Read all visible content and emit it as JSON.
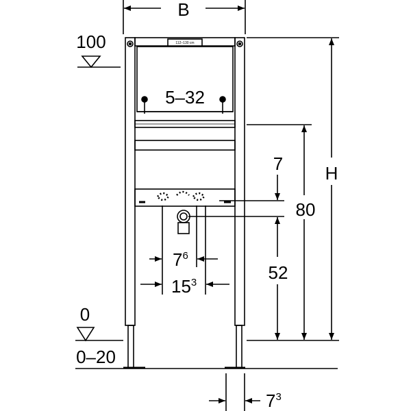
{
  "dimensions": {
    "width_label": "B",
    "height_label": "H",
    "top_level": "100",
    "bottom_level": "0",
    "floor_range": "0–20",
    "pipe_spacing": "5–32",
    "drain_offset": "7",
    "outlet_height": "80",
    "drain_height": "52",
    "inner_spacing": {
      "base": "7",
      "sup": "6"
    },
    "outer_spacing": {
      "base": "15",
      "sup": "3"
    },
    "foot_offset": {
      "base": "7",
      "sup": "3"
    }
  },
  "frame": {
    "height_label": "112–130 cm"
  }
}
